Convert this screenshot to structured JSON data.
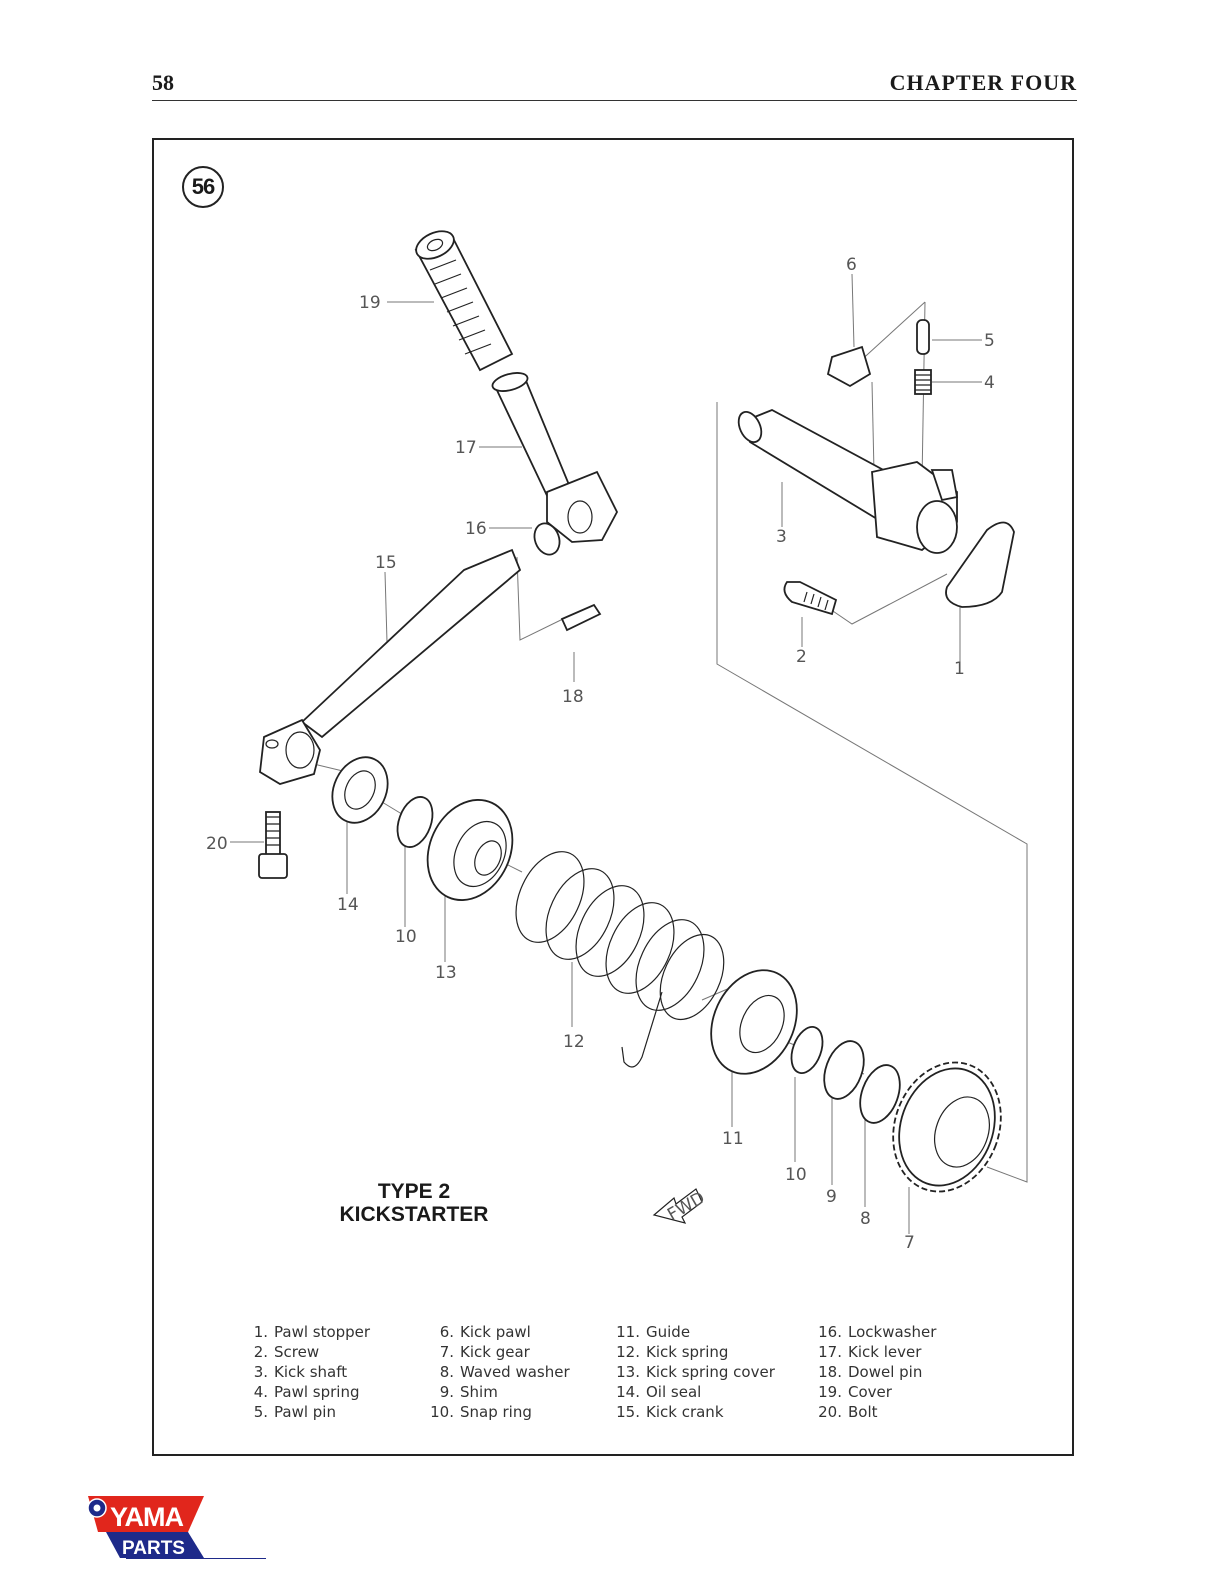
{
  "header": {
    "page_number": "58",
    "chapter_title": "CHAPTER FOUR"
  },
  "figure": {
    "number": "56",
    "type_line1": "TYPE 2",
    "type_line2": "KICKSTARTER",
    "fwd_label": "FWD",
    "callouts": [
      "1",
      "2",
      "3",
      "4",
      "5",
      "6",
      "7",
      "8",
      "9",
      "10",
      "10",
      "11",
      "12",
      "13",
      "14",
      "15",
      "16",
      "17",
      "18",
      "19",
      "20"
    ]
  },
  "legend": {
    "columns": [
      [
        {
          "num": "1.",
          "label": "Pawl stopper"
        },
        {
          "num": "2.",
          "label": "Screw"
        },
        {
          "num": "3.",
          "label": "Kick shaft"
        },
        {
          "num": "4.",
          "label": "Pawl spring"
        },
        {
          "num": "5.",
          "label": "Pawl pin"
        }
      ],
      [
        {
          "num": "6.",
          "label": "Kick pawl"
        },
        {
          "num": "7.",
          "label": "Kick gear"
        },
        {
          "num": "8.",
          "label": "Waved washer"
        },
        {
          "num": "9.",
          "label": "Shim"
        },
        {
          "num": "10.",
          "label": "Snap ring"
        }
      ],
      [
        {
          "num": "11.",
          "label": "Guide"
        },
        {
          "num": "12.",
          "label": "Kick spring"
        },
        {
          "num": "13.",
          "label": "Kick spring cover"
        },
        {
          "num": "14.",
          "label": "Oil seal"
        },
        {
          "num": "15.",
          "label": "Kick crank"
        }
      ],
      [
        {
          "num": "16.",
          "label": "Lockwasher"
        },
        {
          "num": "17.",
          "label": "Kick lever"
        },
        {
          "num": "18.",
          "label": "Dowel pin"
        },
        {
          "num": "19.",
          "label": "Cover"
        },
        {
          "num": "20.",
          "label": "Bolt"
        }
      ]
    ]
  },
  "logo": {
    "top_text": "YAMA",
    "bottom_text": "PARTS",
    "colors": {
      "red": "#e1261c",
      "blue": "#1e2a8a"
    }
  }
}
